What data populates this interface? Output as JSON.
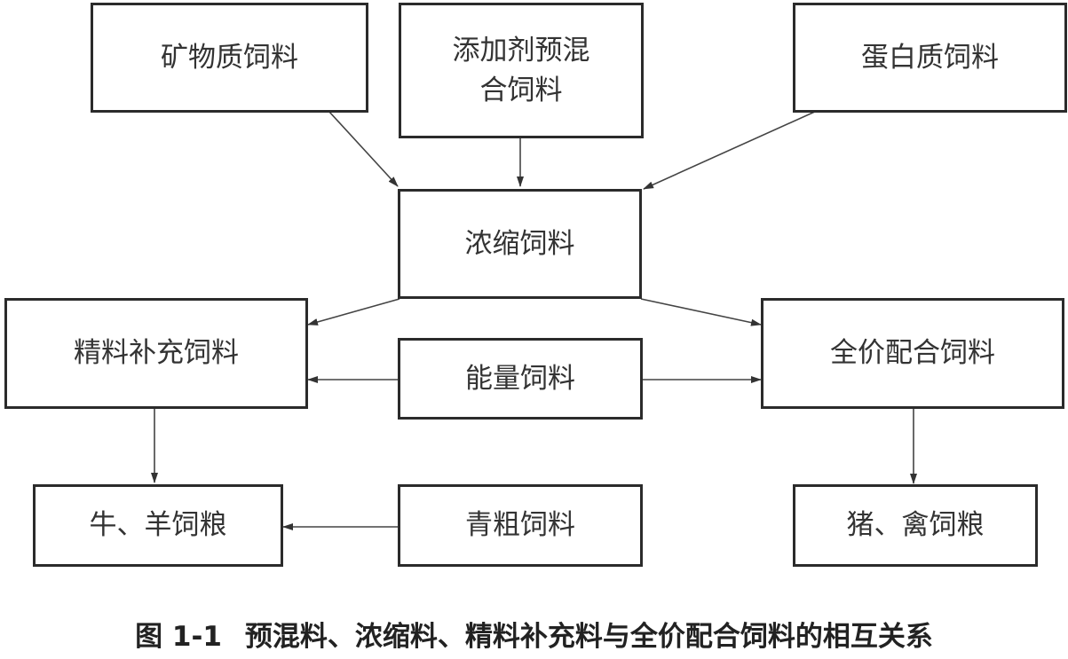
{
  "boxes": {
    "mineral_feed": "矿物质饲料",
    "premix_line1": "添加剂预混",
    "premix_line2": "合饲料",
    "protein_feed": "蛋白质饲料",
    "concentrate_feed": "浓缩饲料",
    "supplement_feed": "精料补充饲料",
    "energy_feed": "能量饲料",
    "complete_feed": "全价配合饲料",
    "cattle_sheep_feed": "牛、羊饲粮",
    "green_roughage": "青粗饲料",
    "pig_poultry_feed": "猪、禽饲粮"
  },
  "caption": {
    "number": "图 1-1",
    "title": "预混料、浓缩料、精料补充料与全价配合饲料的相互关系"
  }
}
